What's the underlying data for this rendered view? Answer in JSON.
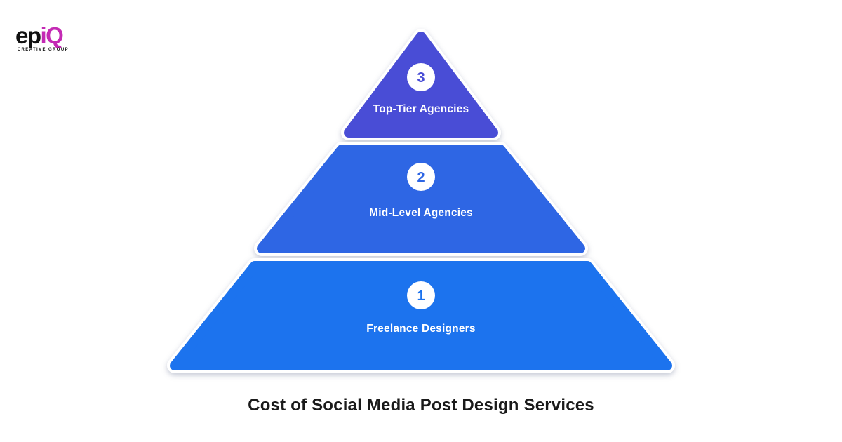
{
  "logo": {
    "wordmark_dark": "ep",
    "wordmark_accent": "iQ",
    "subtitle": "CREATIVE GROUP",
    "accent_color": "#c42ab4",
    "dark_color": "#111111"
  },
  "title": {
    "text": "Cost of Social Media Post Design Services",
    "color": "#1a1a1a"
  },
  "pyramid": {
    "badge_bg": "#ffffff",
    "label_color": "#ffffff",
    "tiers": [
      {
        "number": "3",
        "label": "Top-Tier Agencies",
        "color": "#4a4ed6"
      },
      {
        "number": "2",
        "label": "Mid-Level Agencies",
        "color": "#2f66e4"
      },
      {
        "number": "1",
        "label": "Freelance Designers",
        "color": "#1e73ee"
      }
    ]
  }
}
